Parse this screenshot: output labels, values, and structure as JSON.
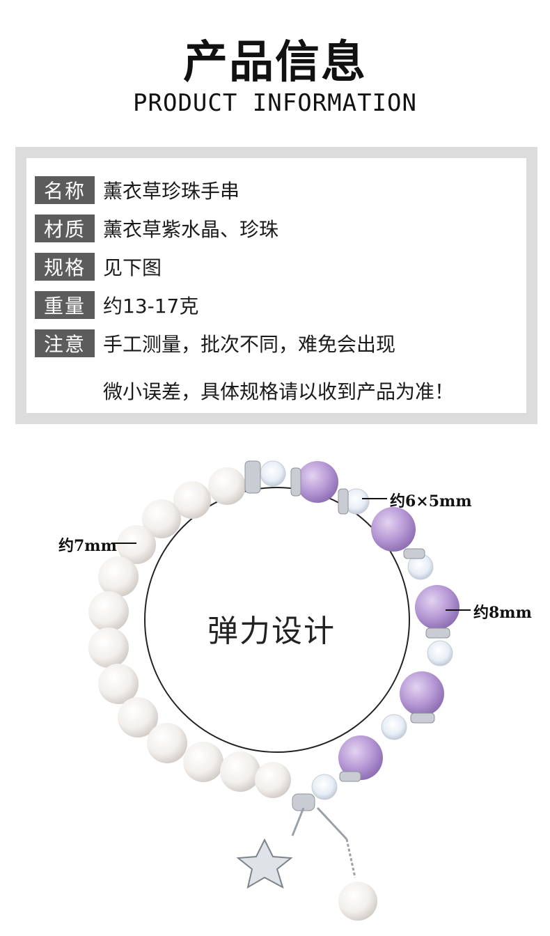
{
  "header": {
    "title": "产品信息",
    "subtitle": "PRODUCT INFORMATION"
  },
  "info": {
    "rows": [
      {
        "label": "名称",
        "value": "薰衣草珍珠手串"
      },
      {
        "label": "材质",
        "value": "薰衣草紫水晶、珍珠"
      },
      {
        "label": "规格",
        "value": "见下图"
      },
      {
        "label": "重量",
        "value": "约13-17克"
      },
      {
        "label": "注意",
        "value": "手工测量，批次不同，难免会出现"
      }
    ],
    "note_continuation": "微小误差，具体规格请以收到产品为准！"
  },
  "product": {
    "center_label": "弹力设计",
    "callouts": {
      "pearl_size": "约7mm",
      "crystal_size": "约6×5mm",
      "amethyst_size": "约8mm"
    }
  },
  "colors": {
    "label_bg": "#5c5c5c",
    "frame_bg": "#dcdcdc",
    "amethyst": "#b79ad6",
    "pearl": "#f4f1ee",
    "silver": "#c9cdd3"
  }
}
